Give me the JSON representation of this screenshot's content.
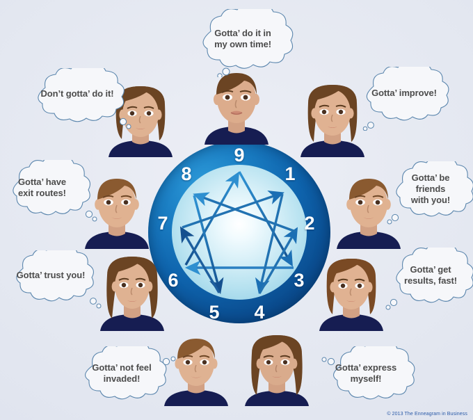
{
  "meta": {
    "background_color": "#e2e6f0",
    "copyright": "© 2013 The Enneagram in Business"
  },
  "enneagram": {
    "title": "Enneagram symbol",
    "circle_outer_color": "#0e62ab",
    "circle_inner_color": "#b7e2f0",
    "arrow_color": "#1c6fb5",
    "numbers": [
      {
        "label": "9",
        "position": "top"
      },
      {
        "label": "1",
        "position": "upper-right"
      },
      {
        "label": "2",
        "position": "right"
      },
      {
        "label": "3",
        "position": "lower-right"
      },
      {
        "label": "4",
        "position": "bottom-right"
      },
      {
        "label": "5",
        "position": "bottom-left"
      },
      {
        "label": "6",
        "position": "lower-left"
      },
      {
        "label": "7",
        "position": "left"
      },
      {
        "label": "8",
        "position": "upper-left"
      }
    ]
  },
  "types": [
    {
      "number": "9",
      "quote": "Gotta’ do it in\nmy own time!",
      "person": {
        "gender": "male",
        "hair_color": "#6b4423",
        "shirt_color": "#161d52",
        "skin_color": "#d9ab8c"
      }
    },
    {
      "number": "1",
      "quote": "Gotta’ improve!",
      "person": {
        "gender": "female",
        "hair_color": "#6b4423",
        "shirt_color": "#161d52",
        "skin_color": "#dfb292"
      }
    },
    {
      "number": "2",
      "quote": "Gotta’ be friends\nwith you!",
      "person": {
        "gender": "male",
        "hair_color": "#8a5a30",
        "shirt_color": "#161d52",
        "skin_color": "#e0b291"
      }
    },
    {
      "number": "3",
      "quote": "Gotta’ get\nresults, fast!",
      "person": {
        "gender": "female",
        "hair_color": "#7a4a24",
        "shirt_color": "#161d52",
        "skin_color": "#dfb292"
      }
    },
    {
      "number": "4",
      "quote": "Gotta’ express\nmyself!",
      "person": {
        "gender": "female",
        "hair_color": "#6b4423",
        "shirt_color": "#161d52",
        "skin_color": "#d9ab8c"
      }
    },
    {
      "number": "5",
      "quote": "Gotta’ not feel\ninvaded!",
      "person": {
        "gender": "male",
        "hair_color": "#8a5a30",
        "shirt_color": "#161d52",
        "skin_color": "#dfb292"
      }
    },
    {
      "number": "6",
      "quote": "Gotta’ trust you!",
      "person": {
        "gender": "female",
        "hair_color": "#6b4423",
        "shirt_color": "#161d52",
        "skin_color": "#dfb292"
      }
    },
    {
      "number": "7",
      "quote": "Gotta’ have\nexit routes!",
      "person": {
        "gender": "male",
        "hair_color": "#8a5a30",
        "shirt_color": "#161d52",
        "skin_color": "#e0b291"
      }
    },
    {
      "number": "8",
      "quote": "Don’t gotta’ do it!",
      "person": {
        "gender": "female",
        "hair_color": "#6b4423",
        "shirt_color": "#161d52",
        "skin_color": "#dfb292"
      }
    }
  ]
}
